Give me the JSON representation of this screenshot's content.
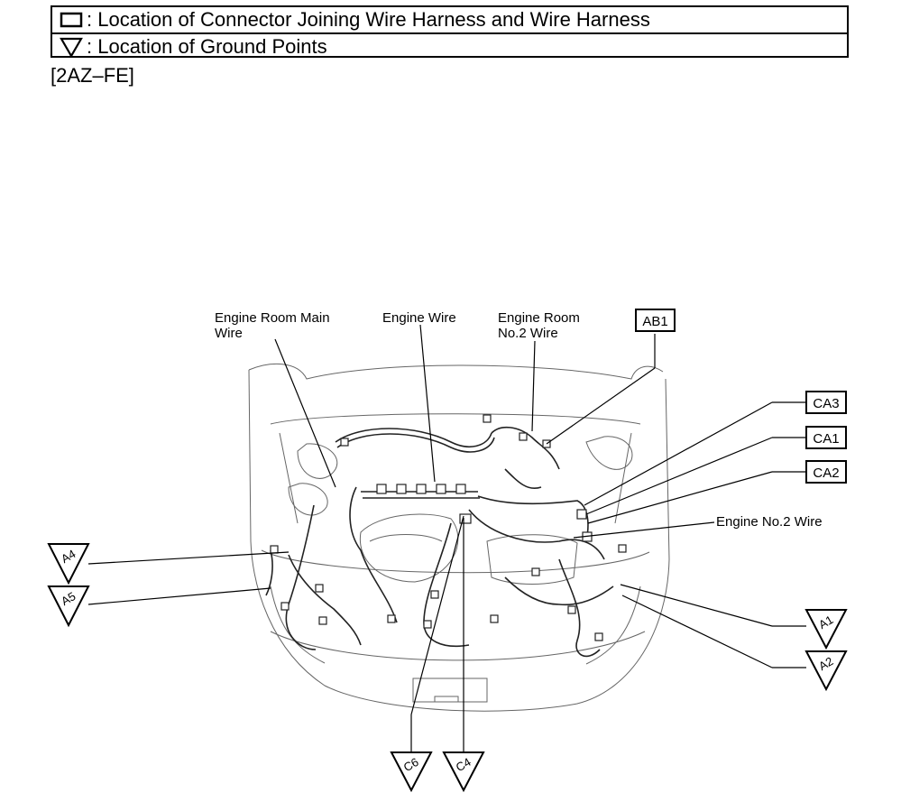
{
  "legend": {
    "connector_text": ": Location of Connector Joining Wire Harness and Wire Harness",
    "ground_text": ": Location of Ground Points",
    "connector_symbol": "rectangle-icon",
    "ground_symbol": "down-triangle-icon"
  },
  "section_label": "[2AZ–FE]",
  "wires": {
    "engine_room_main_line1": "Engine Room Main",
    "engine_room_main_line2": "Wire",
    "engine_wire": "Engine Wire",
    "engine_room_no2_line1": "Engine Room",
    "engine_room_no2_line2": "No.2 Wire",
    "engine_no2_wire": "Engine No.2 Wire"
  },
  "connectors": {
    "ab1": "AB1",
    "ca3": "CA3",
    "ca1": "CA1",
    "ca2": "CA2"
  },
  "grounds": {
    "a4": "A4",
    "a5": "A5",
    "a1": "A1",
    "a2": "A2",
    "c6": "C6",
    "c4": "C4"
  }
}
